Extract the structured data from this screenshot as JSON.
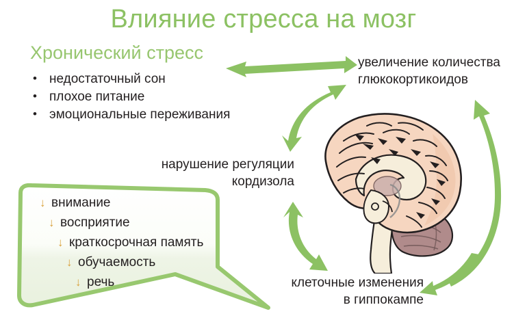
{
  "theme": {
    "green": "#8cc163",
    "green_title": "#8cc163",
    "green_subtitle": "#97c66f",
    "bubble_fill": "#f0f5e8",
    "bubble_stroke": "#98c86f",
    "text": "#231f20",
    "arrow_marker": "#d9a13c",
    "brain_cortex": "#f6d6c0",
    "brain_cortex_shade": "#efc6ab",
    "brain_corpus": "#f6eedb",
    "brain_cerebellum": "#b08b8b",
    "brain_outline": "#231f20"
  },
  "header": {
    "title": "Влияние стресса на мозг",
    "subtitle": "Хронический стресс"
  },
  "chronic_stress": {
    "items": [
      "недостаточный сон",
      "плохое питание",
      "эмоциональные переживания"
    ]
  },
  "labels": {
    "glucocorticoids": "увеличение количества\nглюкокортикоидов",
    "glucocorticoids_line1": "увеличение количества",
    "glucocorticoids_line2": "глюкокортикоидов",
    "cortisol_line1": "нарушение регуляции",
    "cortisol_line2": "кордизола",
    "hippocampus_line1": "клеточные изменения",
    "hippocampus_line2": "в гиппокампе"
  },
  "bubble": {
    "marker": "↓",
    "items": [
      "внимание",
      "восприятие",
      "краткосрочная память",
      "обучаемость",
      "речь"
    ]
  },
  "arrows": [
    {
      "name": "stress-from-glucocorticoids",
      "direction": "left",
      "style": "straight-double"
    },
    {
      "name": "glucocorticoids-to-cortisol",
      "direction": "both",
      "style": "curved-double"
    },
    {
      "name": "cortisol-to-hippocampus",
      "direction": "both",
      "style": "curved-double"
    },
    {
      "name": "hippocampus-to-glucocorticoids",
      "direction": "up",
      "style": "curved-single"
    },
    {
      "name": "cycle-to-hippocampus-label",
      "direction": "left",
      "style": "curved-single"
    }
  ],
  "illustration": {
    "name": "brain-sagittal-section",
    "parts": [
      "cerebral-cortex",
      "corpus-callosum",
      "brainstem",
      "cerebellum"
    ]
  }
}
